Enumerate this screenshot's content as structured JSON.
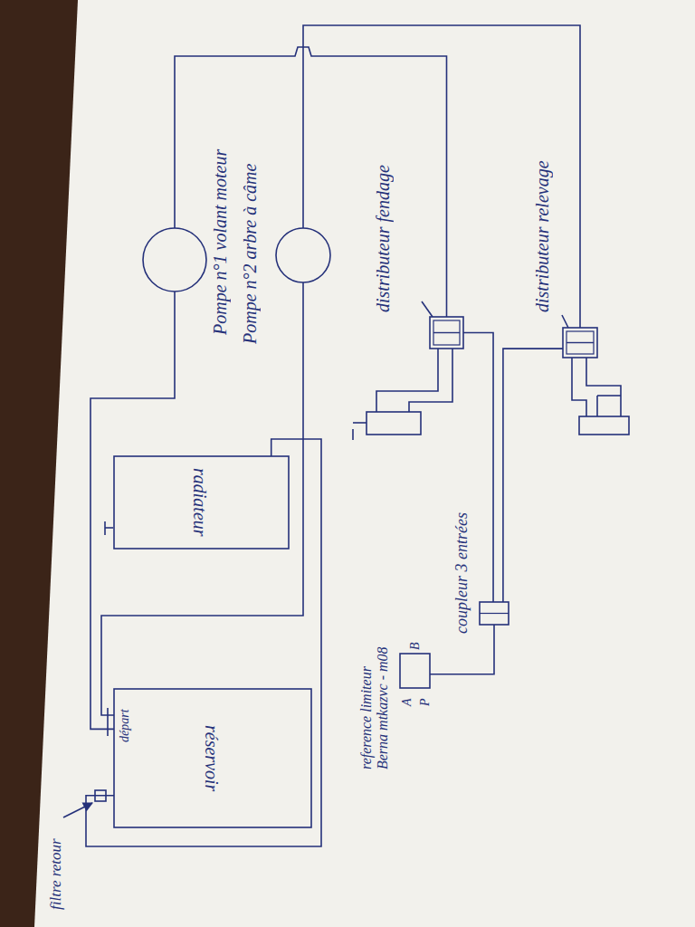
{
  "diagram": {
    "nodes": [
      {
        "text": [
          "réservoir"
        ]
      },
      {
        "text": [
          "radiateur"
        ]
      },
      {
        "text": [
          "Pompe n°1 volant moteur"
        ]
      },
      {
        "text": [
          "Pompe n°2 arbre à câme"
        ]
      },
      {
        "text": [
          "distributeur fendage"
        ]
      },
      {
        "text": [
          "distributeur relevage"
        ]
      },
      {
        "text": [
          "coupleur 3 entrées"
        ]
      },
      {
        "text": [
          "reference limiteur Berna mtkazvc - m08"
        ]
      }
    ],
    "edges": [
      {
        "from": 0,
        "to": 2,
        "arrow": "none"
      },
      {
        "from": 0,
        "to": 3,
        "arrow": "none"
      },
      {
        "from": 2,
        "to": 4,
        "arrow": "none"
      },
      {
        "from": 3,
        "to": 5,
        "arrow": "none"
      },
      {
        "from": 4,
        "to": 6,
        "arrow": "none"
      },
      {
        "from": 5,
        "to": 6,
        "arrow": "none"
      },
      {
        "from": 6,
        "to": 7,
        "arrow": "none"
      },
      {
        "from": 1,
        "to": 0,
        "arrow": "none"
      }
    ],
    "labels": [
      "filtre retour",
      "départ",
      "A",
      "B",
      "P"
    ]
  }
}
